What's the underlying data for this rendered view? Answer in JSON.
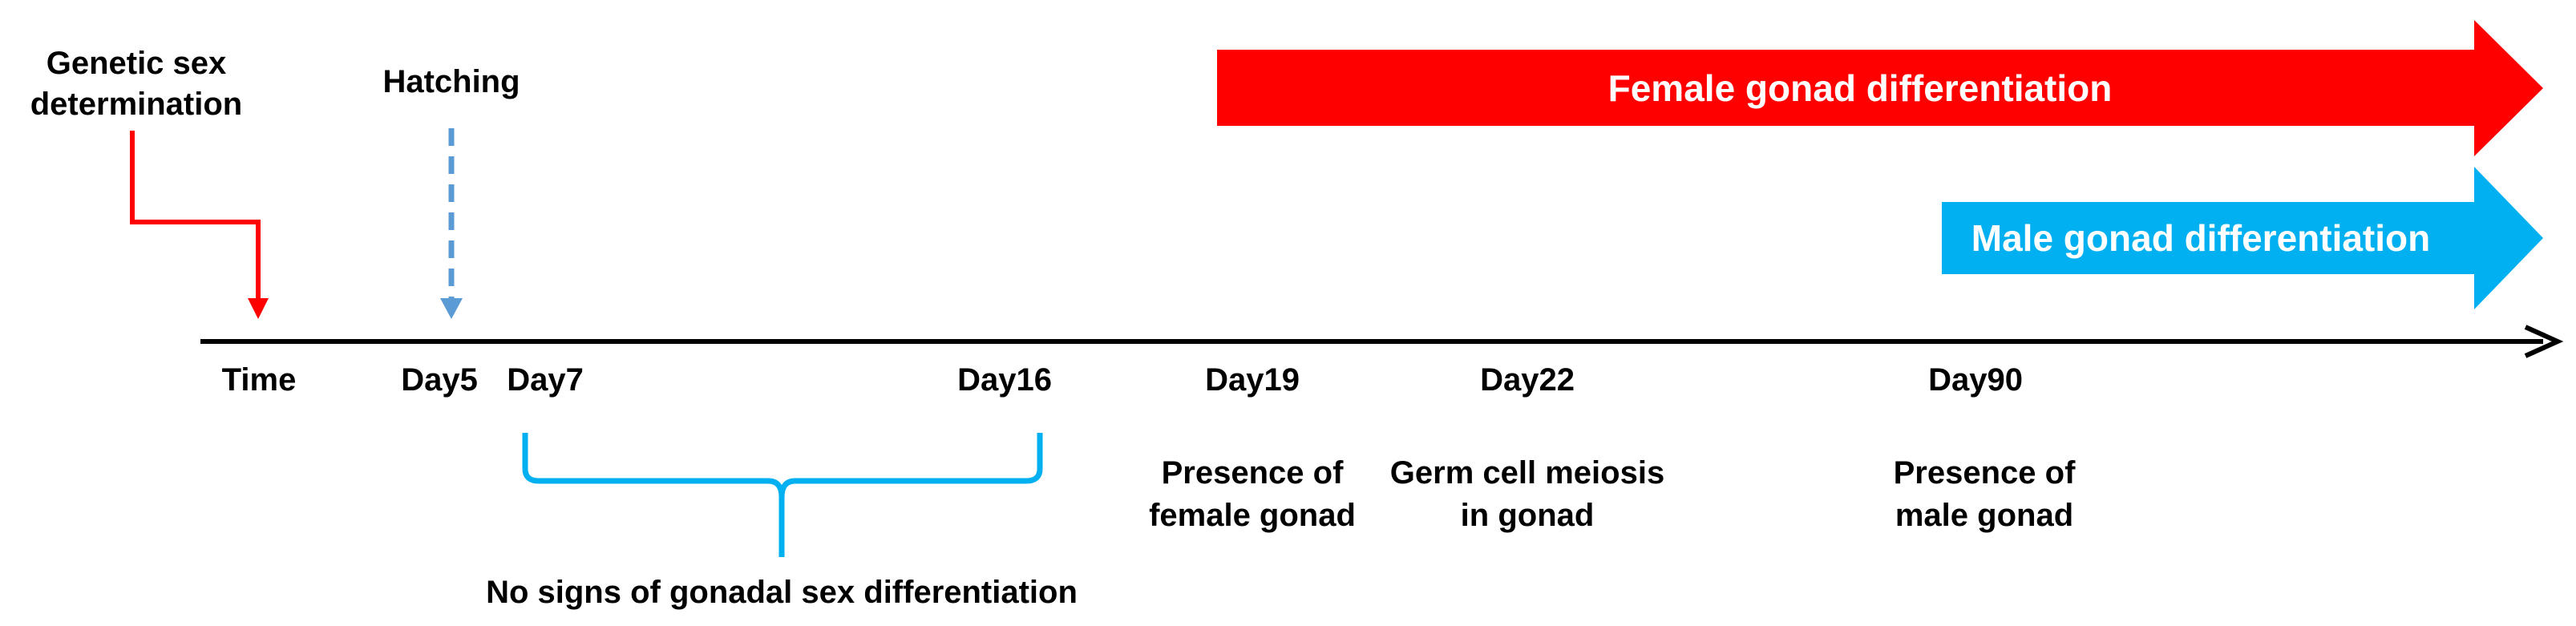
{
  "diagram": {
    "top_labels": {
      "genetic_line1": "Genetic sex",
      "genetic_line2": "determination",
      "hatching": "Hatching"
    },
    "banners": {
      "female": "Female gonad differentiation",
      "male": "Male gonad differentiation"
    },
    "axis_labels": {
      "time": "Time",
      "day5": "Day5",
      "day7": "Day7",
      "day16": "Day16",
      "day19": "Day19",
      "day22": "Day22",
      "day90": "Day90"
    },
    "annotations": {
      "day19_line1": "Presence of",
      "day19_line2": "female gonad",
      "day22_line1": "Germ cell meiosis",
      "day22_line2": "in gonad",
      "day90_line1": "Presence of",
      "day90_line2": "male gonad"
    },
    "brace_label": "No signs of gonadal sex differentiation"
  },
  "colors": {
    "female_arrow": "#ff0000",
    "male_arrow": "#00b0f0",
    "hatching_arrow": "#5b9bd5",
    "genetic_arrow": "#ff0000",
    "brace": "#00b0f0",
    "axis": "#000000"
  }
}
